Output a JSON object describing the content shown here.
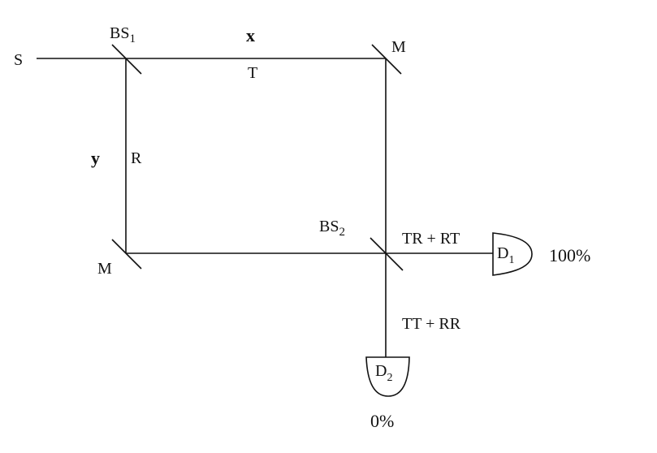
{
  "labels": {
    "source": "S",
    "bs1": "BS",
    "bs1_sub": "1",
    "x": "x",
    "t": "T",
    "mirror_top": "M",
    "y": "y",
    "r": "R",
    "mirror_bottom": "M",
    "bs2": "BS",
    "bs2_sub": "2",
    "out_d1": "TR + RT",
    "out_d2": "TT + RR",
    "d1": "D",
    "d1_sub": "1",
    "d2": "D",
    "d2_sub": "2",
    "d1_pct": "100%",
    "d2_pct": "0%"
  },
  "colors": {
    "line": "#111111"
  }
}
